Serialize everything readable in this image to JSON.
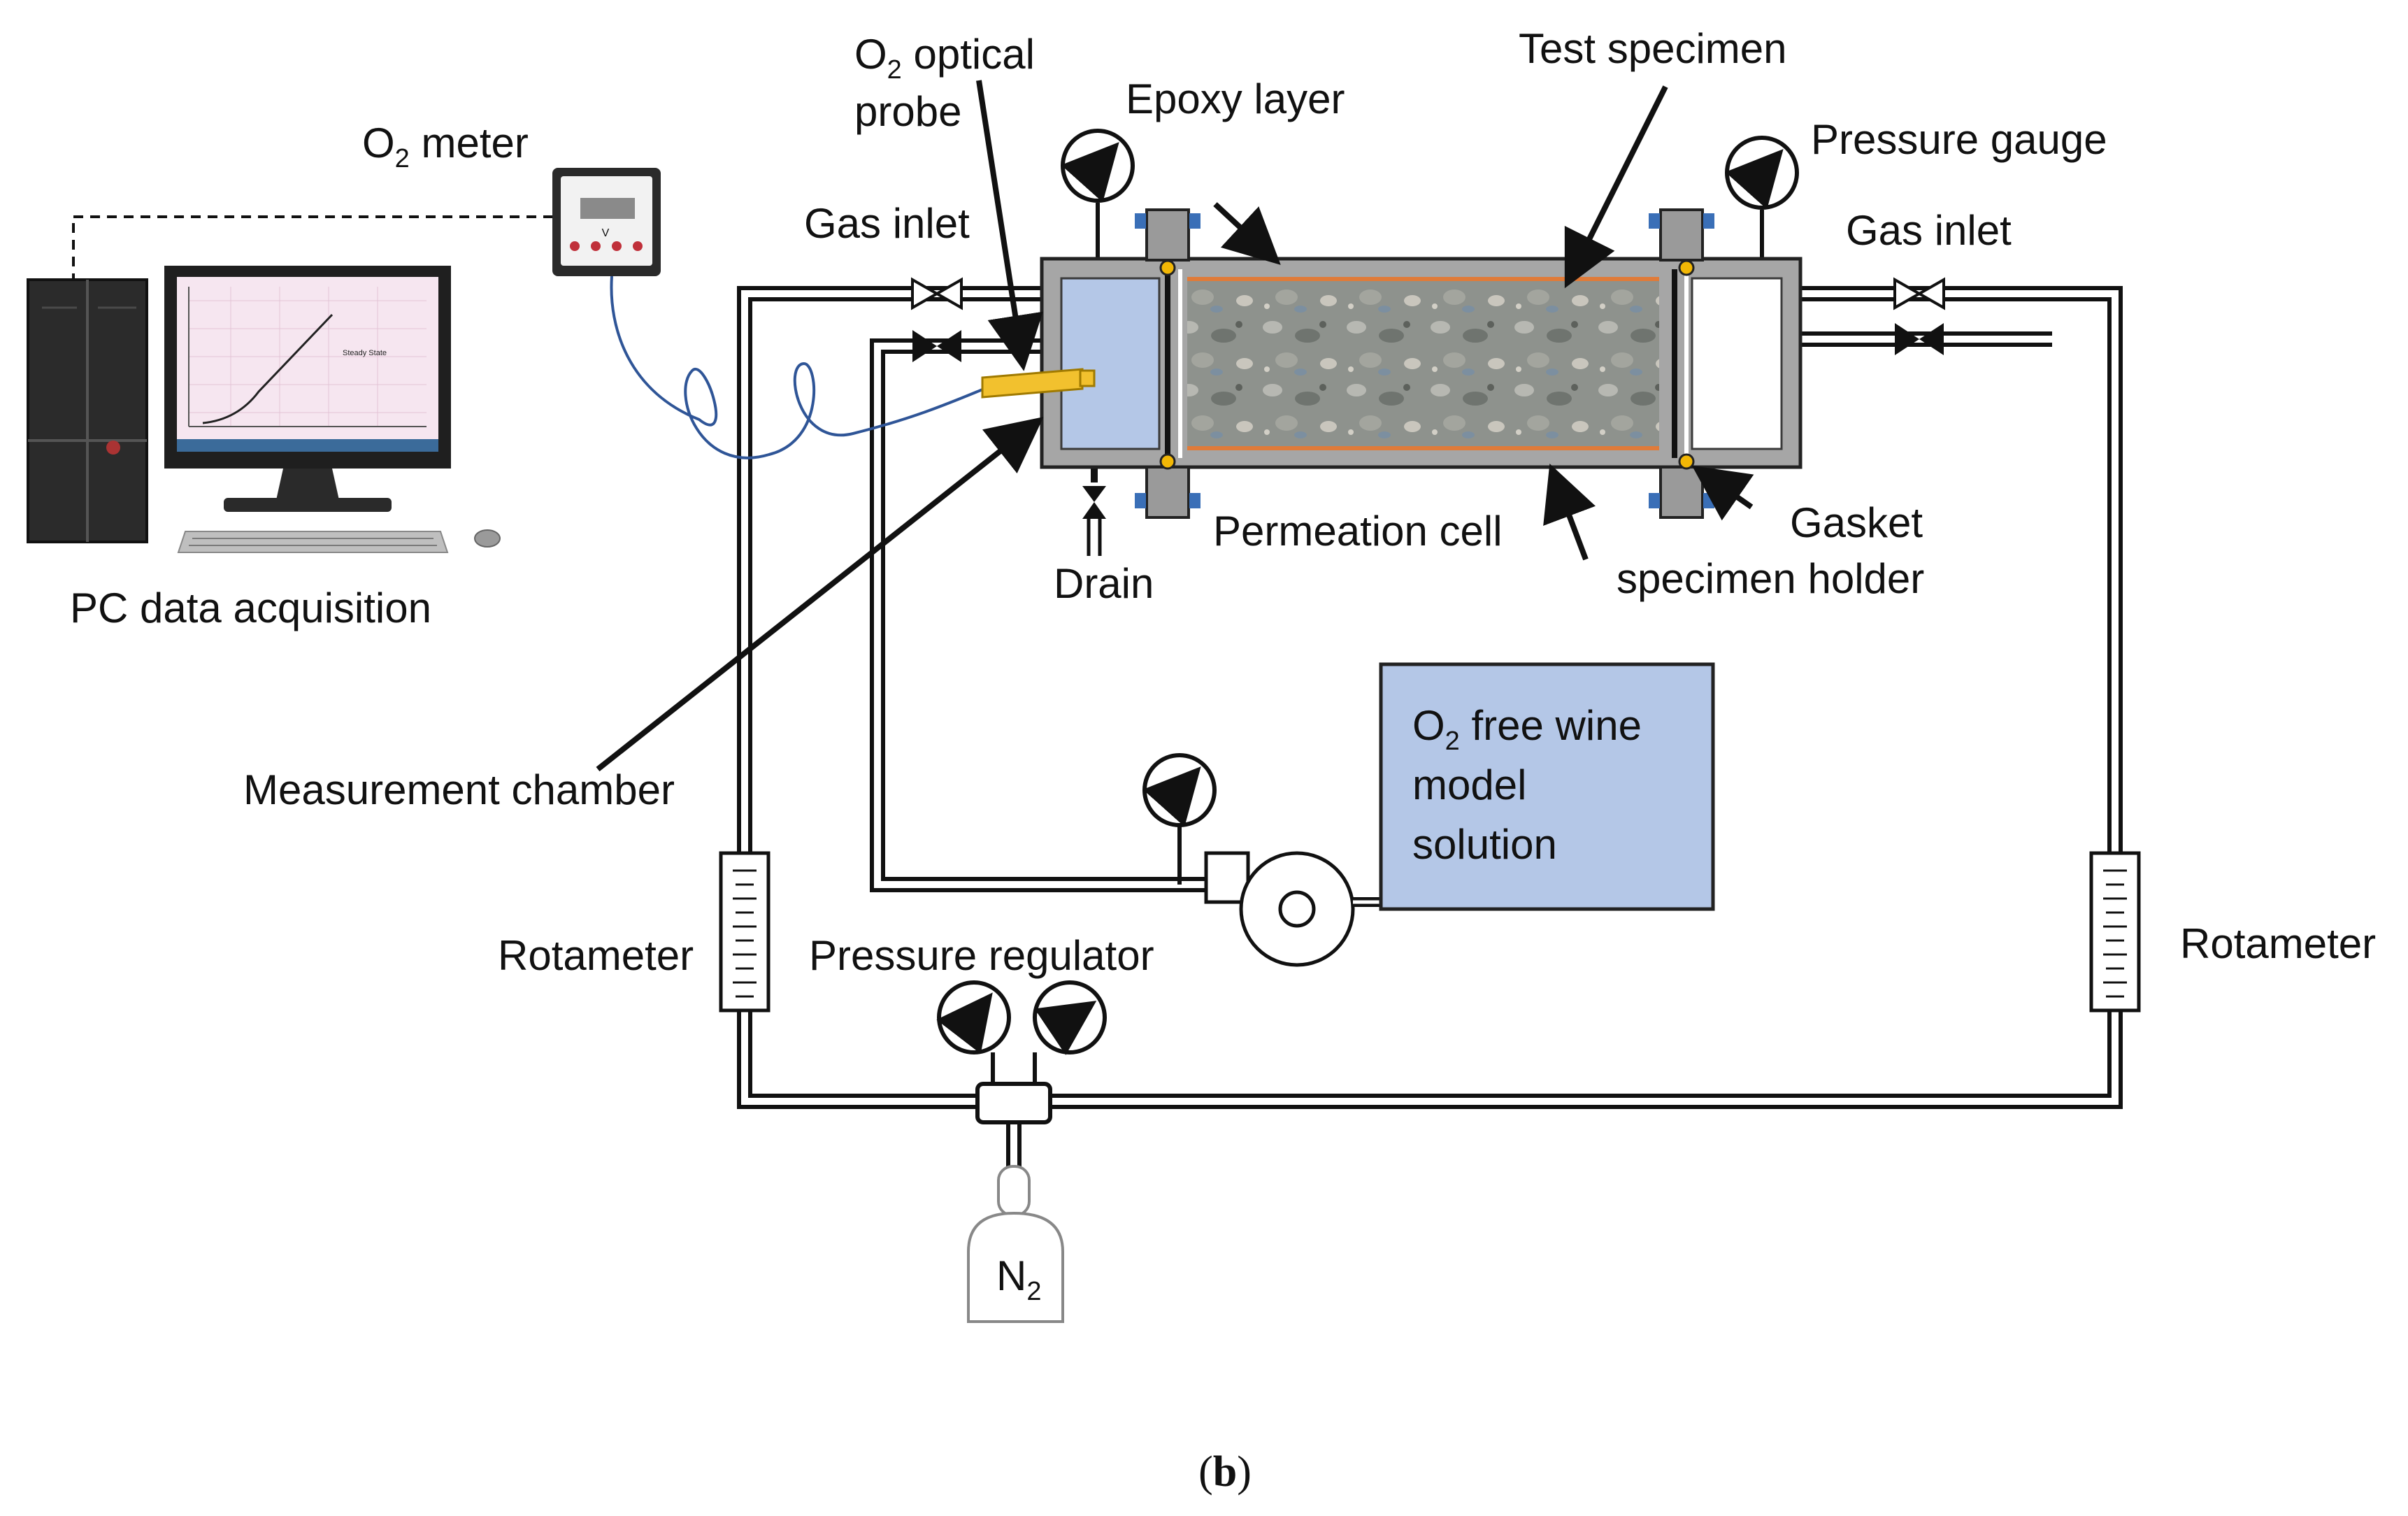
{
  "labels": {
    "o2_optical_probe_line1_main": "O",
    "o2_optical_probe_line1_sub": "2",
    "o2_optical_probe_line1_rest": " optical",
    "o2_optical_probe_line2": "probe",
    "o2_meter_main": "O",
    "o2_meter_sub": "2",
    "o2_meter_rest": " meter",
    "epoxy_layer": "Epoxy layer",
    "test_specimen": "Test specimen",
    "pressure_gauge": "Pressure gauge",
    "gas_inlet_left": "Gas inlet",
    "gas_inlet_right": "Gas inlet",
    "permeation_cell": "Permeation cell",
    "gasket": "Gasket",
    "specimen_holder": "specimen holder",
    "drain": "Drain",
    "pc_data_acquisition": "PC data acquisition",
    "measurement_chamber": "Measurement chamber",
    "solution_line1_main": "O",
    "solution_line1_sub": "2",
    "solution_line1_rest": " free wine",
    "solution_line2": "model",
    "solution_line3": "solution",
    "rotameter_left": "Rotameter",
    "rotameter_right": "Rotameter",
    "pressure_regulator": "Pressure regulator",
    "n2_main": "N",
    "n2_sub": "2",
    "caption_open": "(",
    "caption_letter": "b",
    "caption_close": ")",
    "meter_display": "V",
    "monitor_curve_label": "Steady State"
  },
  "colors": {
    "chamber_fill": "#b4c7e7",
    "solution_fill": "#b4c7e7",
    "cell_frame": "#a6a6a6",
    "specimen": "#8c908c",
    "epoxy": "#e07b39",
    "probe": "#f2c12e",
    "cable": "#2f5597",
    "bolt": "#3a6fb7",
    "gasket": "#f2b705"
  }
}
